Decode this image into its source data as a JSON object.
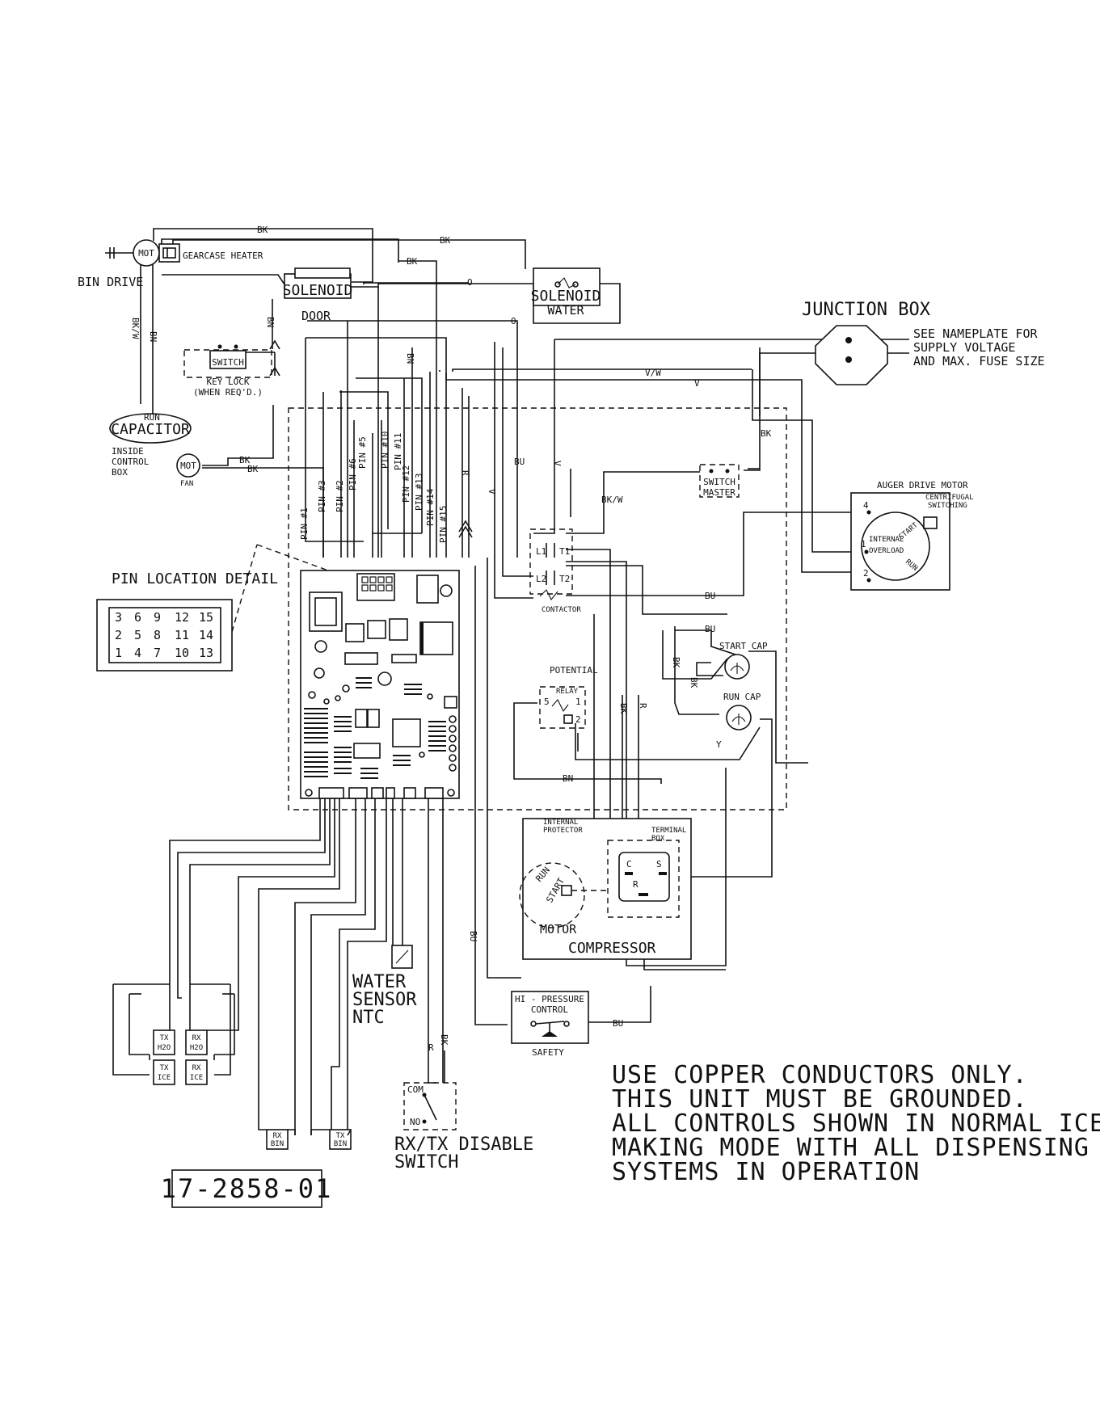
{
  "wire_codes": {
    "bk": "BK",
    "bk_v": "BK/W",
    "bn": "BN",
    "o": "O",
    "v_v": "V/W",
    "v": "V",
    "bu": "BU",
    "r": "R",
    "y": "Y"
  },
  "labels": {
    "bin_drive": "BIN DRIVE",
    "mot": "MOT",
    "gearcase_heater": "GEARCASE HEATER",
    "solenoid_door_1": "SOLENOID",
    "solenoid_door_2": "DOOR",
    "solenoid_water_1": "SOLENOID",
    "solenoid_water_2": "WATER",
    "switch": "SWITCH",
    "key_lock_1": "KEY LOCK",
    "key_lock_2": "(WHEN REQ'D.)",
    "run_1": "RUN",
    "capacitor": "CAPACITOR",
    "inside_1": "INSIDE",
    "inside_2": "CONTROL",
    "inside_3": "BOX",
    "fan": "FAN",
    "junction_box": "JUNCTION BOX",
    "nameplate_1": "SEE NAMEPLATE FOR",
    "nameplate_2": "SUPPLY VOLTAGE",
    "nameplate_3": "AND MAX. FUSE SIZE",
    "switch_master_1": "SWITCH",
    "switch_master_2": "MASTER",
    "auger_motor": "AUGER DRIVE MOTOR",
    "centrifugal_1": "CENTRIFUGAL",
    "centrifugal_2": "SWITCHING",
    "internal_overload_1": "INTERNAL",
    "internal_overload_2": "OVERLOAD",
    "start": "START",
    "run": "RUN",
    "pin_location_detail": "PIN LOCATION DETAIL",
    "contactor": "CONTACTOR",
    "potential_1": "POTENTIAL",
    "potential_2": "RELAY",
    "start_cap": "START CAP",
    "run_cap": "RUN CAP",
    "internal_protector_1": "INTERNAL",
    "internal_protector_2": "PROTECTOR",
    "terminal_box_1": "TERMINAL",
    "terminal_box_2": "BOX",
    "motor": "MOTOR",
    "compressor": "COMPRESSOR",
    "hi_pressure_1": "HI - PRESSURE",
    "hi_pressure_2": "CONTROL",
    "safety": "SAFETY",
    "water_1": "WATER",
    "water_2": "SENSOR",
    "water_3": "NTC",
    "com": "COM",
    "no": "NO",
    "rxtx_1": "RX/TX DISABLE",
    "rxtx_2": "SWITCH",
    "c_letter": "C",
    "s_letter": "S",
    "r_letter": "R",
    "l1": "L1",
    "l2": "L2",
    "t1": "T1",
    "t2": "T2",
    "relay_5": "5",
    "relay_1": "1",
    "relay_2": "2",
    "auger_4": "4",
    "auger_1": "1",
    "auger_2": "2"
  },
  "pins": {
    "p1": "PIN #1",
    "p2": "PIN #2",
    "p3": "PIN #3",
    "p5": "PIN #5",
    "p6": "PIN #6",
    "p10": "PIN #10",
    "p11": "PIN #11",
    "p12": "PIN #12",
    "p13": "PIN #13",
    "p14": "PIN #14",
    "p15": "PIN #15"
  },
  "pin_grid": [
    [
      "3",
      "6",
      "9",
      "12",
      "15"
    ],
    [
      "2",
      "5",
      "8",
      "11",
      "14"
    ],
    [
      "1",
      "4",
      "7",
      "10",
      "13"
    ]
  ],
  "sensors": {
    "tx_h2o": [
      "TX",
      "H2O"
    ],
    "rx_h2o": [
      "RX",
      "H2O"
    ],
    "tx_ice": [
      "TX",
      "ICE"
    ],
    "rx_ice": [
      "RX",
      "ICE"
    ],
    "rx_bin": [
      "RX",
      "BIN"
    ],
    "tx_bin": [
      "TX",
      "BIN"
    ]
  },
  "notes": [
    "USE COPPER CONDUCTORS ONLY.",
    "THIS UNIT MUST BE GROUNDED.",
    "ALL CONTROLS SHOWN IN NORMAL ICE",
    "MAKING MODE WITH ALL DISPENSING",
    "SYSTEMS IN OPERATION"
  ],
  "part_number": "17-2858-01"
}
